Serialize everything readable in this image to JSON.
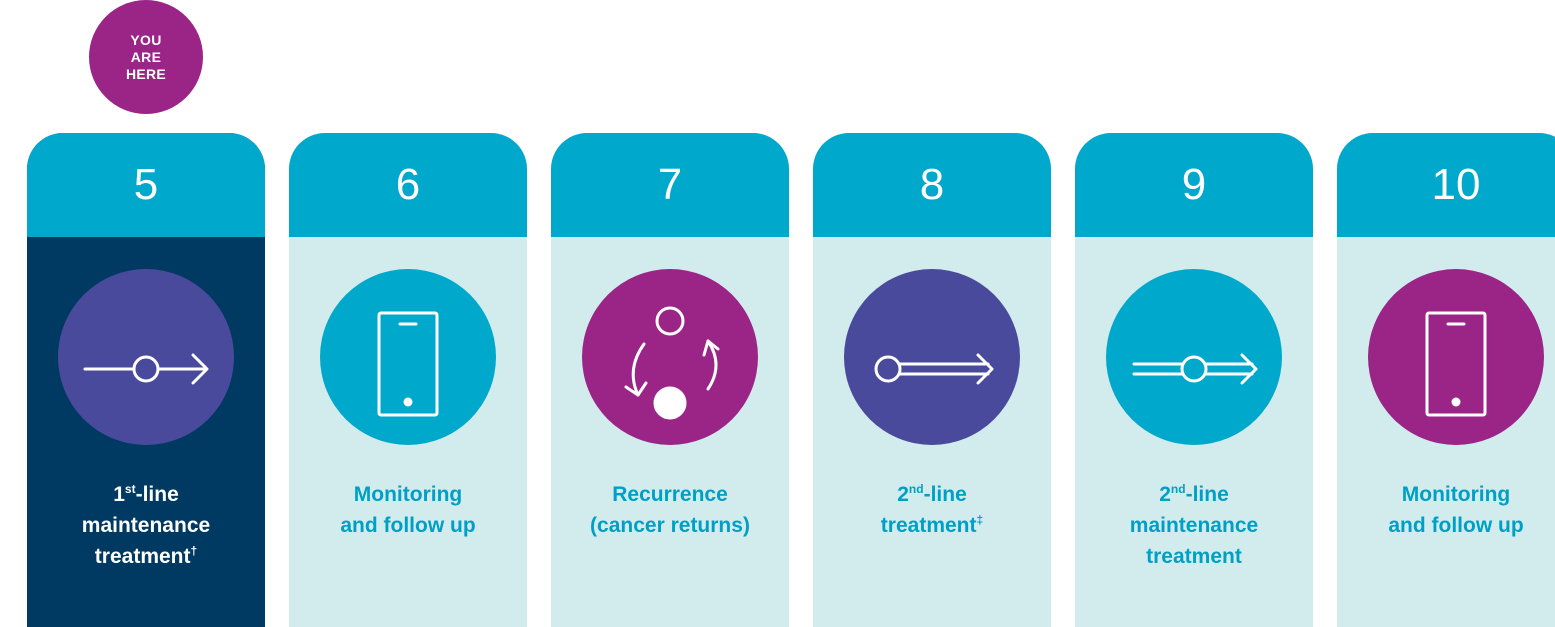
{
  "badge": {
    "line1": "YOU",
    "line2": "ARE",
    "line3": "HERE"
  },
  "colors": {
    "header": "#00a8cb",
    "card_bg": "#d2ecee",
    "active_bg": "#003a63",
    "purple": "#9b2487",
    "indigo": "#4a4a9c",
    "teal": "#00a8cb"
  },
  "steps": [
    {
      "number": "5",
      "icon": "arrow-start-icon",
      "icon_color": "#4a4a9c",
      "active": true,
      "label": {
        "l1a": "1",
        "l1sup": "st",
        "l1b": "-line",
        "l2": "maintenance",
        "l3a": "treatment",
        "l3sup": "†"
      }
    },
    {
      "number": "6",
      "icon": "mobile-phone-icon",
      "icon_color": "#00a8cb",
      "active": false,
      "label": {
        "l1": "Monitoring",
        "l2": "and follow up"
      }
    },
    {
      "number": "7",
      "icon": "recurrence-cycle-icon",
      "icon_color": "#9b2487",
      "active": false,
      "label": {
        "l1": "Recurrence",
        "l2": "(cancer returns)"
      }
    },
    {
      "number": "8",
      "icon": "double-line-arrow-icon",
      "icon_color": "#4a4a9c",
      "active": false,
      "label": {
        "l1a": "2",
        "l1sup": "nd",
        "l1b": "-line",
        "l2a": "treatment",
        "l2sup": "‡"
      }
    },
    {
      "number": "9",
      "icon": "double-line-arrow-through-icon",
      "icon_color": "#00a8cb",
      "active": false,
      "label": {
        "l1a": "2",
        "l1sup": "nd",
        "l1b": "-line",
        "l2": "maintenance",
        "l3": "treatment"
      }
    },
    {
      "number": "10",
      "icon": "mobile-phone-icon",
      "icon_color": "#9b2487",
      "active": false,
      "label": {
        "l1": "Monitoring",
        "l2": "and follow up"
      }
    }
  ]
}
